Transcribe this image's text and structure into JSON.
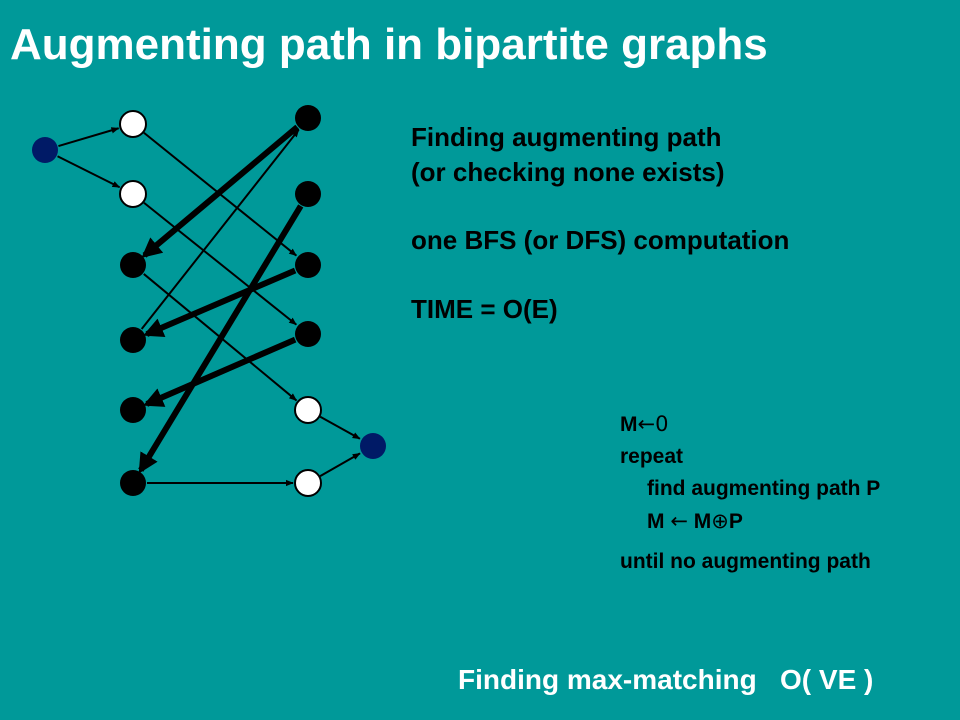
{
  "slide": {
    "title": "Augmenting path in bipartite graphs",
    "description": {
      "line1": "Finding augmenting path",
      "line2": "(or checking none exists)",
      "line3": "one BFS (or DFS) computation",
      "line4": "TIME = O(E)"
    },
    "algorithm": {
      "init_lhs": "M",
      "init_arrow": "←",
      "init_rhs": "0",
      "repeat": "repeat",
      "step1": "find augmenting path P",
      "step2_lhs": "M ",
      "step2_arrow": "←",
      "step2_m": " M",
      "step2_op": "⊕",
      "step2_p": "P",
      "until": "until no augmenting path"
    },
    "footer": "Finding max-matching   O( VE )"
  },
  "diagram": {
    "colors": {
      "background": "#009999",
      "source_sink": "#001A66",
      "free_vertex": "#FFFFFF",
      "matched_vertex": "#000000",
      "edge": "#000000"
    },
    "nodes": [
      {
        "id": "s",
        "kind": "source"
      },
      {
        "id": "L1",
        "kind": "free"
      },
      {
        "id": "L2",
        "kind": "free"
      },
      {
        "id": "L3",
        "kind": "matched"
      },
      {
        "id": "L4",
        "kind": "matched"
      },
      {
        "id": "L5",
        "kind": "matched"
      },
      {
        "id": "L6",
        "kind": "matched"
      },
      {
        "id": "R1",
        "kind": "matched"
      },
      {
        "id": "R2",
        "kind": "matched"
      },
      {
        "id": "R3",
        "kind": "matched"
      },
      {
        "id": "R4",
        "kind": "matched"
      },
      {
        "id": "R5",
        "kind": "free"
      },
      {
        "id": "R6",
        "kind": "free"
      },
      {
        "id": "t",
        "kind": "sink"
      }
    ],
    "edges": [
      {
        "from": "s",
        "to": "L1",
        "matched": false
      },
      {
        "from": "s",
        "to": "L2",
        "matched": false
      },
      {
        "from": "L1",
        "to": "R3",
        "matched": false
      },
      {
        "from": "L2",
        "to": "R4",
        "matched": false
      },
      {
        "from": "L3",
        "to": "R5",
        "matched": false
      },
      {
        "from": "L4",
        "to": "R1",
        "matched": false
      },
      {
        "from": "L6",
        "to": "R6",
        "matched": false
      },
      {
        "from": "R5",
        "to": "t",
        "matched": false
      },
      {
        "from": "R6",
        "to": "t",
        "matched": false
      },
      {
        "from": "R1",
        "to": "L3",
        "matched": true
      },
      {
        "from": "R3",
        "to": "L4",
        "matched": true
      },
      {
        "from": "R4",
        "to": "L5",
        "matched": true
      },
      {
        "from": "R2",
        "to": "L6",
        "matched": true
      }
    ]
  }
}
